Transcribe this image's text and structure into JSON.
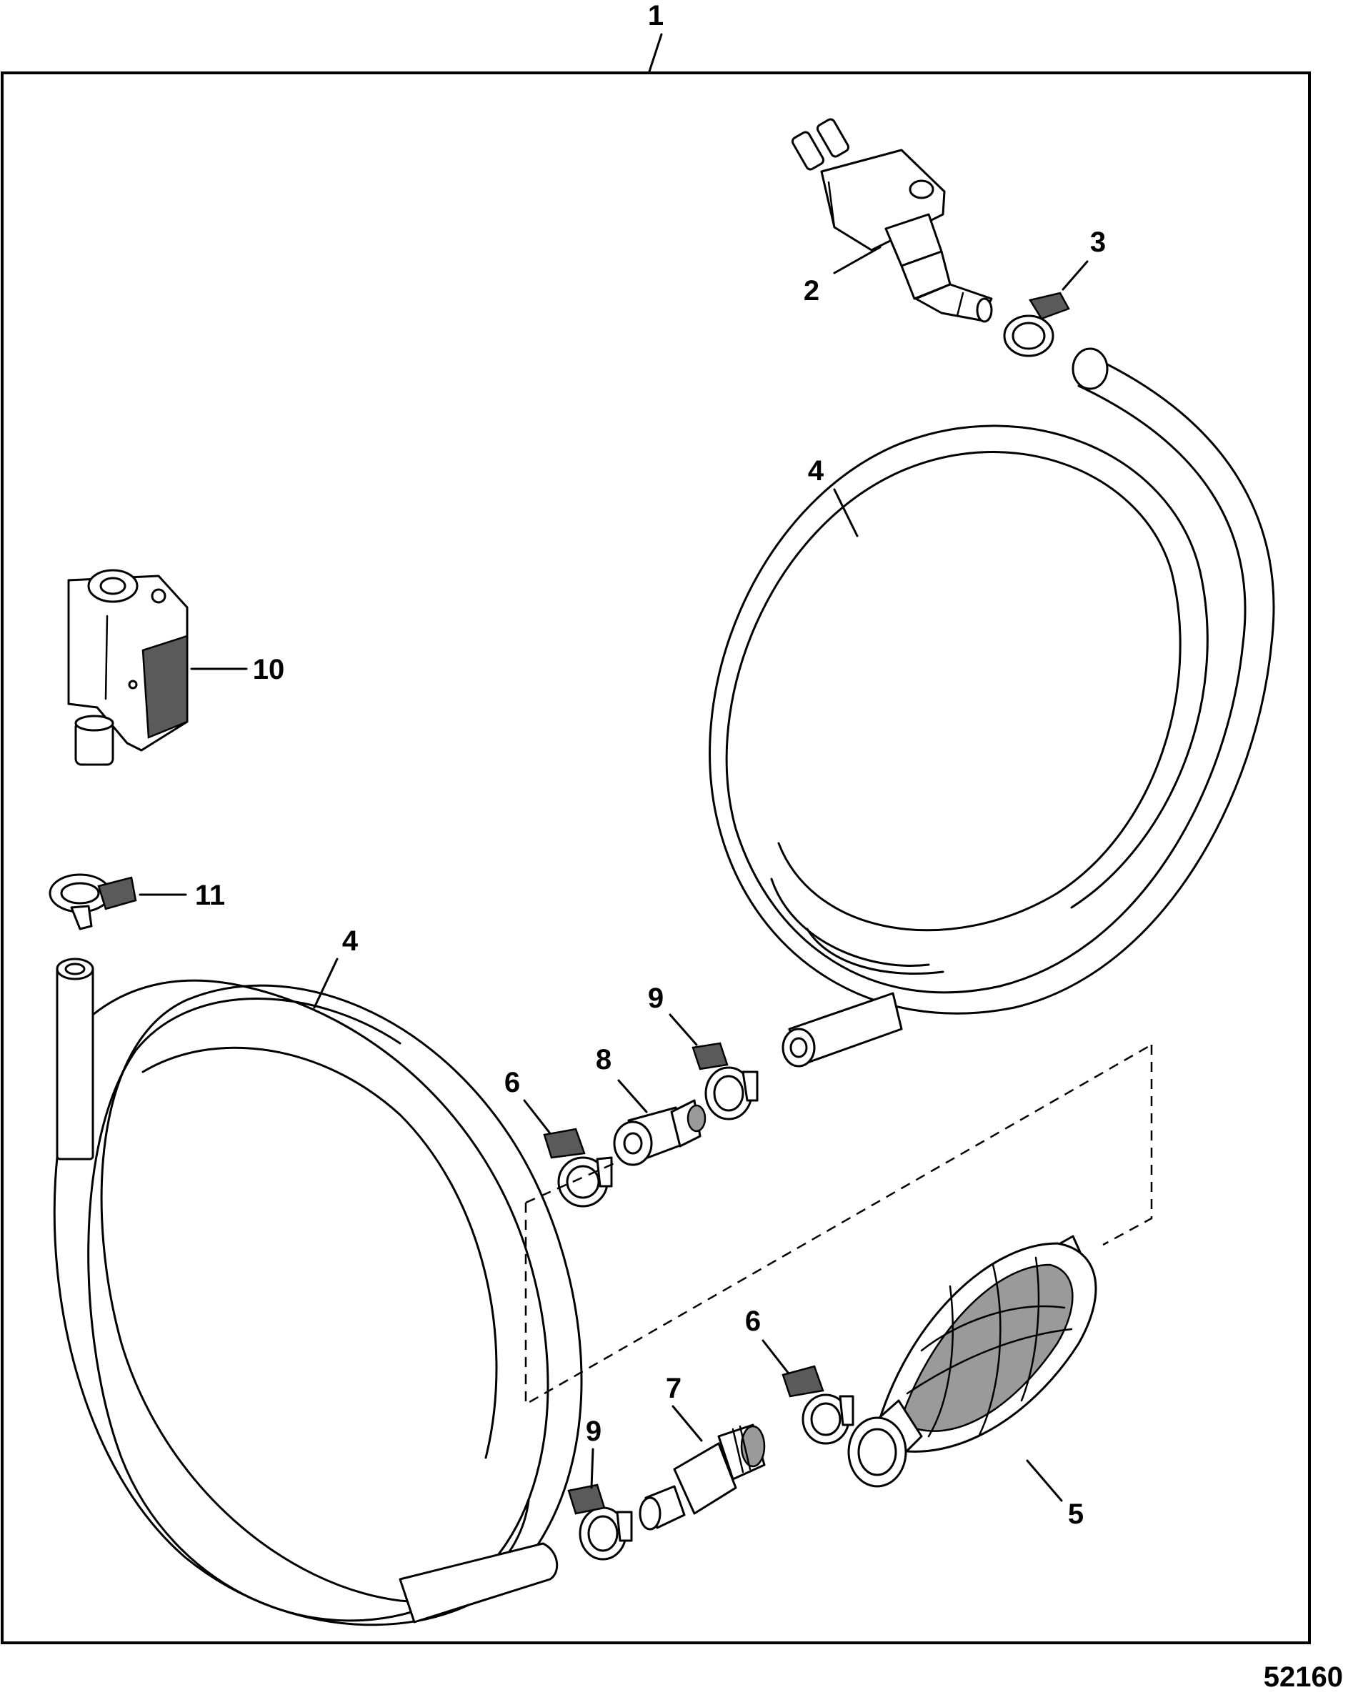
{
  "callouts": {
    "c1": "1",
    "c2": "2",
    "c3": "3",
    "c4_right": "4",
    "c4_left": "4",
    "c5": "5",
    "c6_upper": "6",
    "c6_lower": "6",
    "c7": "7",
    "c8": "8",
    "c9_upper": "9",
    "c9_lower": "9",
    "c10": "10",
    "c11": "11"
  },
  "figure_number": "52160"
}
